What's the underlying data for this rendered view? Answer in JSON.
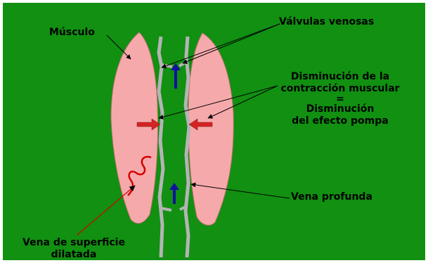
{
  "labels": {
    "muscle": "Músculo",
    "valves": "Válvulas venosas",
    "reduction_line1": "Disminución de la",
    "reduction_line2": "contracción muscular",
    "equals": "=",
    "pump_line1": "Disminución",
    "pump_line2": "del efecto pompa",
    "deep_vein": "Vena profunda",
    "superficial_line1": "Vena de superficie",
    "superficial_line2": "dilatada"
  },
  "colors": {
    "background": "#119011",
    "muscle": "#f6a9ab",
    "vein": "#b4b4b4",
    "varicose": "#d40000",
    "arrow_red": "#d42424",
    "arrow_blue": "#1010a0",
    "border": "#ffffff"
  },
  "icons": {
    "flow_arrow": "up-arrow-icon",
    "compression_arrow": "right-arrow-icon"
  }
}
